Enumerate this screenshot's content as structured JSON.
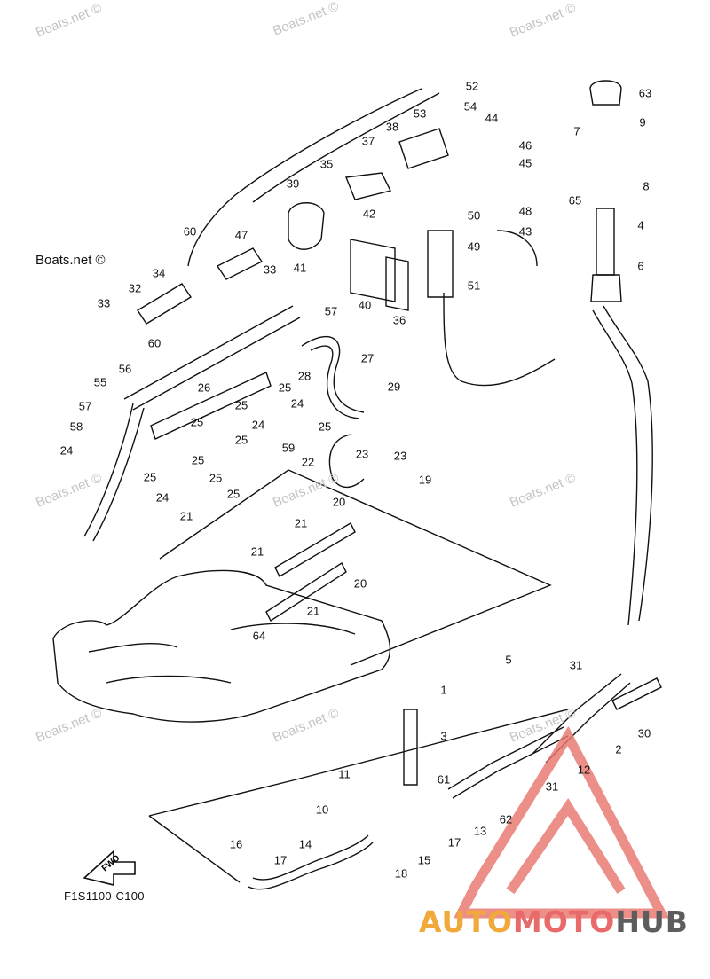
{
  "watermarks": [
    "Boats.net ©",
    "Boats.net ©",
    "Boats.net ©",
    "Boats.net ©",
    "Boats.net ©",
    "Boats.net ©",
    "Boats.net ©",
    "Boats.net ©",
    "Boats.net ©"
  ],
  "watermark_highlight": "Boats.net ©",
  "diagram_code": "F1S1100-C100",
  "fwd_label": "FWD",
  "brand": {
    "part1": "AUTO",
    "part2": "MOTO",
    "part3": "HUB",
    "colors": {
      "auto": "#f2a93b",
      "moto": "#e96a6a",
      "hub": "#5d5d5d",
      "triangle": "#e8776f"
    }
  },
  "part_labels": [
    "52",
    "53",
    "54",
    "63",
    "44",
    "38",
    "9",
    "46",
    "37",
    "7",
    "45",
    "35",
    "8",
    "65",
    "39",
    "48",
    "42",
    "50",
    "4",
    "47",
    "60",
    "43",
    "49",
    "33",
    "34",
    "41",
    "6",
    "32",
    "51",
    "40",
    "33",
    "57",
    "36",
    "60",
    "27",
    "56",
    "28",
    "29",
    "55",
    "26",
    "25",
    "24",
    "25",
    "57",
    "25",
    "25",
    "24",
    "58",
    "25",
    "24",
    "59",
    "23",
    "22",
    "25",
    "23",
    "25",
    "24",
    "25",
    "19",
    "25",
    "21",
    "20",
    "21",
    "21",
    "20",
    "21",
    "64",
    "5",
    "31",
    "1",
    "30",
    "3",
    "2",
    "12",
    "31",
    "61",
    "11",
    "62",
    "10",
    "13",
    "17",
    "16",
    "14",
    "15",
    "17",
    "18"
  ]
}
